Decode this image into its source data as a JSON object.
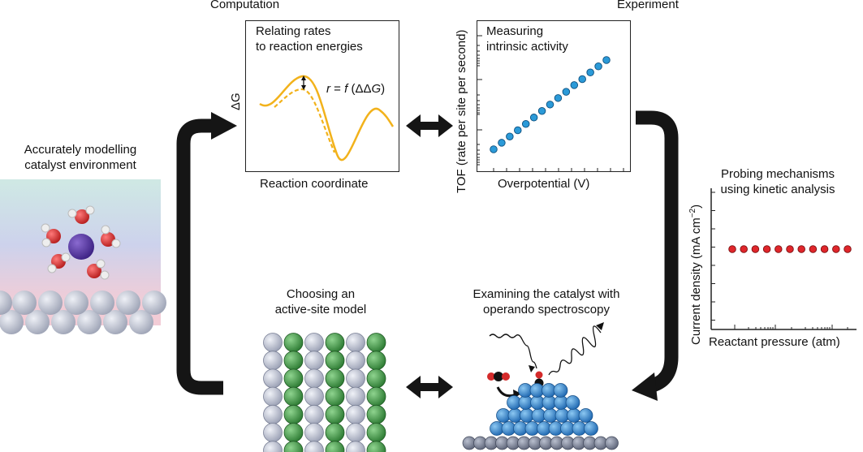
{
  "headers": {
    "computation": "Computation",
    "experiment": "Experiment"
  },
  "computation_panel": {
    "title_line1": "Relating rates",
    "title_line2": "to reaction energies",
    "y_axis": "ΔG",
    "x_axis": "Reaction coordinate",
    "equation": {
      "r": "r",
      "eq": " = ",
      "f": "f",
      "arg": " (ΔΔ",
      "G": "G",
      "close": ")"
    }
  },
  "experiment_panel": {
    "title_line1": "Measuring",
    "title_line2": "intrinsic activity",
    "y_axis": "TOF (rate per site per second)",
    "x_axis": "Overpotential (V)"
  },
  "environment": {
    "line1": "Accurately modelling",
    "line2": "catalyst environment"
  },
  "kinetic_panel": {
    "title_line1": "Probing mechanisms",
    "title_line2": "using kinetic analysis",
    "y_axis_main": "Current density (mA cm",
    "y_axis_sup": "−2",
    "y_axis_close": ")",
    "x_axis": "Reactant pressure (atm)"
  },
  "active_site": {
    "line1": "Choosing an",
    "line2": "active-site model"
  },
  "operando": {
    "line1": "Examining the catalyst with",
    "line2": "operando spectroscopy"
  },
  "colors": {
    "curve": "#f2b21b",
    "tof_points": "#2b9ad8",
    "kinetic_points": "#e0262b",
    "arrow": "#151515",
    "metal_atom": "#c3c8d6",
    "green_atom": "#3f9c45",
    "blue_atom": "#2f86d2",
    "oxygen": "#d42a2a",
    "ion": "#5b3a9c"
  },
  "chart_data": [
    {
      "type": "scatter",
      "title": "Measuring intrinsic activity",
      "xlabel": "Overpotential (V)",
      "ylabel": "TOF (rate per site per second)",
      "y_scale": "log",
      "grid": false,
      "series": [
        {
          "values_x": [
            1,
            2,
            3,
            4,
            5,
            6,
            7,
            8,
            9,
            10,
            11,
            12,
            13,
            14,
            15
          ],
          "values_y": [
            1.0,
            1.35,
            1.8,
            2.4,
            3.2,
            4.3,
            5.8,
            7.8,
            10.5,
            14,
            19,
            25,
            34,
            45,
            60
          ]
        }
      ]
    },
    {
      "type": "scatter",
      "title": "Probing mechanisms using kinetic analysis",
      "xlabel": "Reactant pressure (atm)",
      "ylabel": "Current density (mA cm−2)",
      "x_scale": "log",
      "grid": false,
      "series": [
        {
          "values_x": [
            1,
            2,
            3,
            4,
            5,
            6,
            7,
            8,
            9,
            10,
            11
          ],
          "values_y": [
            5,
            5,
            5,
            5,
            5,
            5,
            5,
            5,
            5,
            5,
            5
          ]
        }
      ]
    }
  ]
}
